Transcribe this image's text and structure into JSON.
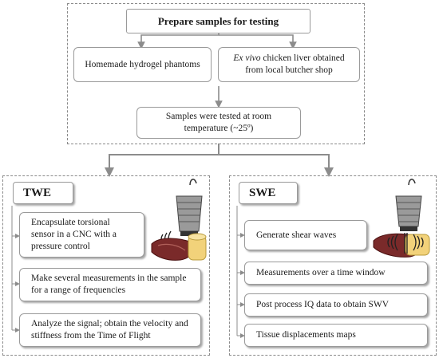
{
  "top": {
    "title": "Prepare samples for testing",
    "left_sample": "Homemade hydrogel phantoms",
    "right_sample_italic": "Ex vivo",
    "right_sample_rest_line1": " chicken liver obtained",
    "right_sample_line2": "from local butcher shop",
    "tested_line1": "Samples were tested at room",
    "tested_line2": "temperature (~25º)"
  },
  "twe": {
    "label": "TWE",
    "steps": [
      {
        "line1": "Encapsulate torsional",
        "line2": "sensor in a CNC with a",
        "line3": "pressure control"
      },
      {
        "line1": "Make several measurements in the sample",
        "line2": "for a range of frequencies"
      },
      {
        "line1": "Analyze the signal; obtain the velocity and",
        "line2": "stiffness from the Time of Flight"
      }
    ]
  },
  "swe": {
    "label": "SWE",
    "steps": [
      "Generate shear waves",
      "Measurements over a time window",
      "Post process IQ data to obtain SWV",
      "Tissue displacements maps"
    ]
  },
  "colors": {
    "arrow": "#8c8c8c",
    "border": "#9a9a9a",
    "liver": "#7a2a2a",
    "gel": "#f2d27a"
  }
}
